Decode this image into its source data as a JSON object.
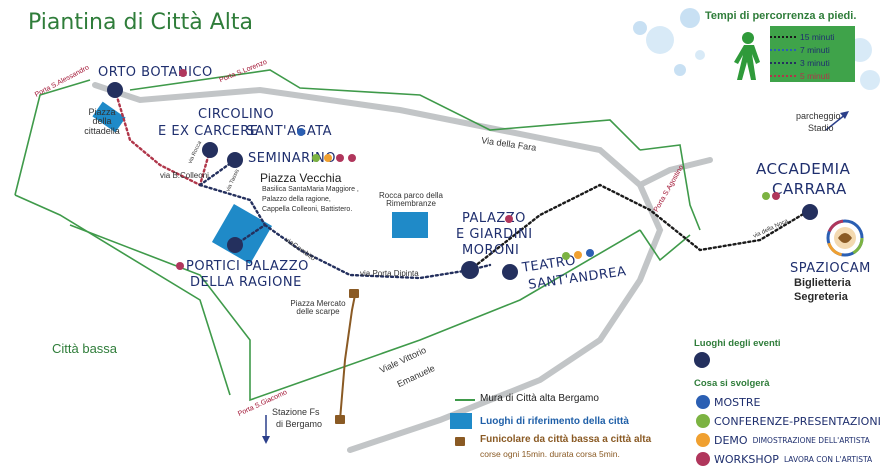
{
  "title": "Piantina di Città Alta",
  "colors": {
    "walls": "#3f9a4a",
    "roads": "#bfc2c3",
    "route": "#24305e",
    "venue": "#24305e",
    "funicolare": "#8a5a24",
    "gate": "#a01030",
    "box_blue": "#1f8ac8",
    "mostre": "#2b5fb3",
    "conferenze": "#7cb342",
    "demo": "#f0a030",
    "workshop": "#b0365c"
  },
  "gates": {
    "alessandro": "Porta S.Alessandro",
    "lorenzo": "Porta S.Lorenzo",
    "agostino": "Porta S.Agostino",
    "giacomo": "Porta S.Giacomo"
  },
  "venues": {
    "orto": "ORTO BOTANICO",
    "circolino_1": "CIRCOLINO",
    "circolino_2": "E EX CARCERE",
    "santagata": "SANT'AGATA",
    "seminarino": "SEMINARINO",
    "portici_1": "PORTICI PALAZZO",
    "portici_2": "DELLA RAGIONE",
    "moroni_1": "PALAZZO",
    "moroni_2": "E GIARDINI",
    "moroni_3": "MORONI",
    "teatro_1": "TEATRO",
    "teatro_2": "SANT'ANDREA",
    "carrara_1": "ACCADEMIA",
    "carrara_2": "CARRARA",
    "spaziocam": "SPAZIOCAM",
    "biglietteria": "Biglietteria",
    "segreteria": "Segreteria"
  },
  "places": {
    "piazza_cittadella": "Piazza della cittadella",
    "piazza_vecchia": "Piazza Vecchia",
    "pv_details": [
      "Basilica SantaMaria Maggiore ,",
      "Palazzo della ragione,",
      "Cappella Colleoni, Battistero."
    ],
    "rocca": "Rocca parco della Rimembranze",
    "citta_bassa": "Città bassa",
    "piazza_mercato": "Piazza Mercato delle scarpe",
    "stazione_1": "Stazione Fs",
    "stazione_2": "di Bergamo",
    "parcheggio_1": "parcheggio",
    "parcheggio_2": "Stadio"
  },
  "streets": {
    "della_fara": "Via della Fara",
    "colleoni": "via B.Colleoni",
    "porta_dipinta": "via Porta Dipinta",
    "gombito": "viaGombito",
    "vittorio_1": "Viale Vittorio",
    "vittorio_2": "Emanuele",
    "della_noca": "via della Noca",
    "rocca_st": "via Rocca",
    "gaspare": "via Tassis",
    "tassis": "via Tassis"
  },
  "legend": {
    "times_title": "Tempi di percorrenza a piedi.",
    "times": [
      {
        "label": "15 minuti",
        "color": "#1a1a1a"
      },
      {
        "label": "7 minuti",
        "color": "#2b5fb3"
      },
      {
        "label": "3 minuti",
        "color": "#24305e"
      },
      {
        "label": "5 minuti",
        "color": "#b0364a"
      }
    ],
    "mura": "Mura di Città alta Bergamo",
    "luoghi_rif": "Luoghi di riferimento della città",
    "funi_1": "Funicolare da città bassa a città alta",
    "funi_2": "corse ogni 15min. durata corsa 5min.",
    "luoghi_eventi": "Luoghi degli eventi",
    "cosa": "Cosa si svolgerà",
    "mostre": "MOSTRE",
    "conferenze": "CONFERENZE-PRESENTAZIONI",
    "demo": "DEMO",
    "demo_desc": "DIMOSTRAZIONE DELL'ARTISTA",
    "workshop": "WORKSHOP",
    "workshop_desc": "LAVORA CON L'ARTISTA"
  }
}
